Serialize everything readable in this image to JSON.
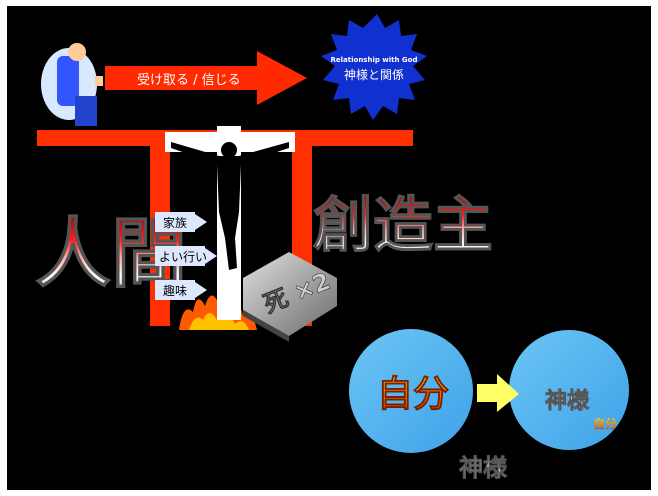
{
  "arrow_top": {
    "label": "受け取る / 信じる"
  },
  "burst": {
    "line1": "Relationship with God",
    "line2": "神様と関係"
  },
  "left_word": {
    "text": "人間"
  },
  "right_word": {
    "text": "創造主"
  },
  "boxes": [
    {
      "label": "家族"
    },
    {
      "label": "よい行い"
    },
    {
      "label": "趣味"
    }
  ],
  "death": {
    "text": "死 ×2"
  },
  "circle_left": {
    "main": "自分",
    "sub": "神様"
  },
  "circle_right": {
    "main": "神様",
    "sub": "自分"
  },
  "colors": {
    "red": "#ff3000",
    "blue_circle": "#5ab8f0",
    "yellow_arrow": "#ffff66",
    "burst_blue": "#1130d0"
  }
}
